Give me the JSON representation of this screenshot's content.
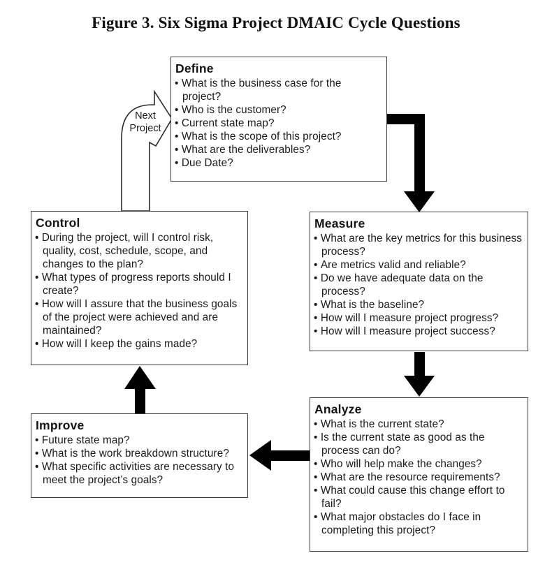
{
  "title": "Figure 3. Six Sigma Project DMAIC Cycle Questions",
  "boxes": {
    "define": {
      "heading": "Define",
      "questions": [
        "What is the business case for the project?",
        "Who is the customer?",
        "Current state map?",
        "What is the scope of this project?",
        "What are the deliverables?",
        "Due Date?"
      ]
    },
    "measure": {
      "heading": "Measure",
      "questions": [
        "What are the key metrics for this business process?",
        "Are metrics valid and reliable?",
        "Do we have adequate data on the process?",
        "What is the baseline?",
        "How will I measure project progress?",
        "How will I measure project success?"
      ]
    },
    "analyze": {
      "heading": "Analyze",
      "questions": [
        "What is the current state?",
        "Is the current state as good as the process can do?",
        "Who will help make the changes?",
        "What are the resource requirements?",
        "What could cause this change effort to fail?",
        "What major obstacles do I face in completing this project?"
      ]
    },
    "improve": {
      "heading": "Improve",
      "questions": [
        "Future state map?",
        "What is the work breakdown structure?",
        "What specific activities are necessary to meet the project’s goals?"
      ]
    },
    "control": {
      "heading": "Control",
      "questions": [
        "During the project, will I control risk, quality, cost, schedule, scope, and changes to the plan?",
        "What types of progress reports should I create?",
        "How will I assure that the business goals of the project were achieved and are maintained?",
        "How will I keep the gains made?"
      ]
    }
  },
  "connections": [
    {
      "from": "Define",
      "to": "Measure"
    },
    {
      "from": "Measure",
      "to": "Analyze"
    },
    {
      "from": "Analyze",
      "to": "Improve"
    },
    {
      "from": "Improve",
      "to": "Control"
    },
    {
      "from": "Control",
      "to": "Define",
      "label": "Next Project"
    }
  ],
  "colors": {
    "background": "#ffffff",
    "box_border": "#3d3d3d",
    "arrow": "#000000",
    "text": "#1a1a1a"
  }
}
